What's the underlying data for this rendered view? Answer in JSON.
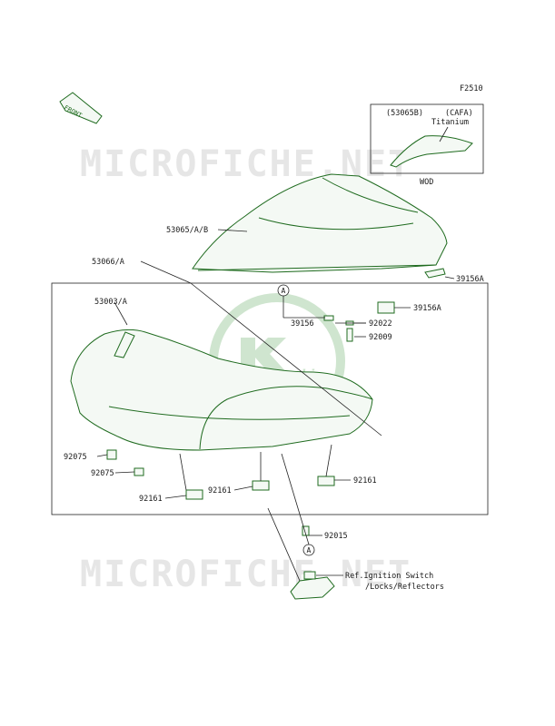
{
  "figure_code": "F2510",
  "front_arrow_label": "FRONT",
  "watermark_text": "MICROFICHE.NET",
  "logo_text": "Kawasaki",
  "inset": {
    "code": "(53065B)",
    "variant": "(CAFA)",
    "material": "Titanium",
    "caption": "WOD"
  },
  "reference_marker": "A",
  "ref_note_line1": "Ref.Ignition Switch",
  "ref_note_line2": "/Locks/Reflectors",
  "part_labels": {
    "cover_label": "53065/A/B",
    "seat_assy_label": "53066/A",
    "seat_label": "53003/A",
    "clip_39156": "39156",
    "pad_39156a_top": "39156A",
    "pad_39156a_bottom": "39156A",
    "washer_92022": "92022",
    "bolt_92009": "92009",
    "damper_92075_a": "92075",
    "damper_92075_b": "92075",
    "hook_92161_left": "92161",
    "hook_92161_mid": "92161",
    "hook_92161_right": "92161",
    "collar_92015": "92015"
  },
  "colors": {
    "line_art": "#1f6b1f",
    "text": "#1a1a1a",
    "watermark": "#e6e6e6",
    "logo": "#cfe5cf"
  }
}
